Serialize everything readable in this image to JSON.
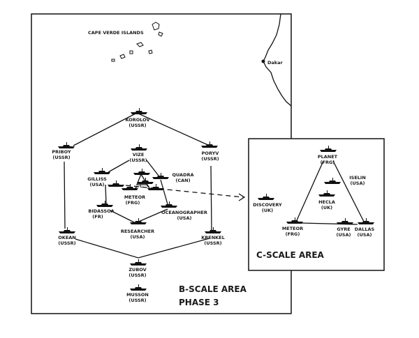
{
  "map_labels": {
    "islands": "CAPE VERDE ISLANDS",
    "dakar": "Dakar"
  },
  "b_area": {
    "title": "B-SCALE AREA",
    "phase": "PHASE 3",
    "ships": [
      {
        "name": "KOROLOV",
        "country": "(USSR)"
      },
      {
        "name": "PRIBOY",
        "country": "(USSR)"
      },
      {
        "name": "PORYV",
        "country": "(USSR)"
      },
      {
        "name": "VIZE",
        "country": "(USSR)"
      },
      {
        "name": "GILLISS",
        "country": "(USA)"
      },
      {
        "name": "QUADRA",
        "country": "(CAN)"
      },
      {
        "name": "METEOR",
        "country": "(FRG)"
      },
      {
        "name": "BIDASSOA",
        "country": "(FR)"
      },
      {
        "name": "OCEANOGRAPHER",
        "country": "(USA)"
      },
      {
        "name": "RESEARCHER",
        "country": "(USA)"
      },
      {
        "name": "OKEAN",
        "country": "(USSR)"
      },
      {
        "name": "KRENKEL",
        "country": "(USSR)"
      },
      {
        "name": "ZUBOV",
        "country": "(USSR)"
      },
      {
        "name": "MUSSON",
        "country": "(USSR)"
      }
    ],
    "inner_marker": "C"
  },
  "c_area": {
    "title": "C-SCALE AREA",
    "ships": [
      {
        "name": "PLANET",
        "country": "(FRG)"
      },
      {
        "name": "ISELIN",
        "country": "(USA)"
      },
      {
        "name": "HECLA",
        "country": "(UK)"
      },
      {
        "name": "DISCOVERY",
        "country": "(UK)"
      },
      {
        "name": "METEOR",
        "country": "(FRG)"
      },
      {
        "name": "GYRE",
        "country": "(USA)"
      },
      {
        "name": "DALLAS",
        "country": "(USA)"
      }
    ]
  }
}
